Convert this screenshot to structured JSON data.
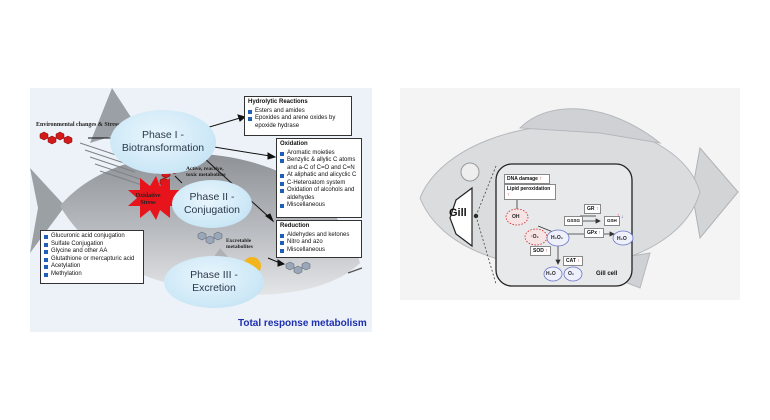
{
  "left_figure": {
    "environmental_label": "Environmental changes & Stressor",
    "phase1": "Phase I -\nBiotransformation",
    "phase2": "Phase II -\nConjugation",
    "phase3": "Phase III -\nExcretion",
    "reactive_label": "Active, reactive,\ntoxic metabolites",
    "excretable_label": "Excretable\nmetabolites",
    "oxidative_stress": "Oxidative\nStress",
    "total_label": "Total response metabolism",
    "hydrolytic": {
      "title": "Hydrolytic Reactions",
      "items": [
        "Esters and amides",
        "Epoxides and arene oxides by epoxide hydrase"
      ]
    },
    "oxidation": {
      "title": "Oxidation",
      "items": [
        "Aromatic moieties",
        "Benzylic & allylic C atoms and a-C of C=O and C=N",
        "At aliphatic and alicyclic C",
        "C-Heteroatom system",
        "Oxidation of alcohols and aldehydes",
        "Miscellaneous"
      ]
    },
    "reduction": {
      "title": "Reduction",
      "items": [
        "Aldehydes and ketones",
        "Nitro and azo",
        "Miscellaneous"
      ]
    },
    "conjugation": {
      "items": [
        "Glucuronic acid conjugation",
        "Sulfate Conjugation",
        "Glycine and other AA",
        "Glutathione or mercapturic acid",
        "Acetylation",
        "Methylation"
      ]
    }
  },
  "right_figure": {
    "gill_label": "Gill",
    "gill_cell_label": "Gill cell",
    "dna_damage": "DNA damage",
    "lipid_peroxidation": "Lipid peroxidation",
    "oh": "OH",
    "o2_minus": "·O₂",
    "h2o2": "H₂O₂",
    "sod": "SOD",
    "cat": "CAT",
    "gr": "GR",
    "gssg": "GSSG",
    "gsh": "GSH",
    "gpx": "GPx",
    "h2o": "H₂O",
    "o2": "O₂",
    "up_arrow": "↑",
    "down_arrow": "↓"
  },
  "colors": {
    "bullet": "#1f5fb5",
    "title_blue": "#1c2fb0",
    "stress_red": "#e8141c",
    "ellipse": "#cfe9f7"
  }
}
